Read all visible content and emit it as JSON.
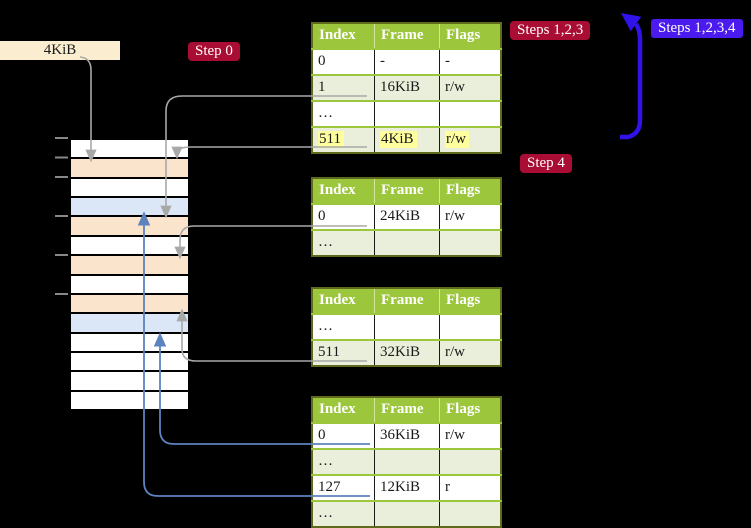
{
  "labels": {
    "page_size": "4KiB",
    "step0": "Step 0",
    "steps123": "Steps 1,2,3",
    "steps1234": "Steps 1,2,3,4",
    "step4": "Step 4"
  },
  "colors": {
    "header_green": "#9cc63c",
    "row_green": "#e9efda",
    "table_border": "#5f6a1d",
    "cell_divider": "#1a1a1a",
    "peach": "#fbe4cc",
    "light_blue": "#dbe7f6",
    "wheat": "#fbeed0",
    "label_red": "#a90d33",
    "label_blue": "#4b1bee",
    "arrow_grey": "#a8a8a8",
    "arrow_steel": "#5c83bd",
    "arrow_indigo": "#2f13e9",
    "hl_yellow": "#ffff9e",
    "tick_grey": "#888888"
  },
  "stack": {
    "rows": [
      "white",
      "peach",
      "white",
      "blue",
      "peach",
      "white",
      "peach",
      "white",
      "peach",
      "blue",
      "white",
      "white",
      "white",
      "white"
    ]
  },
  "tables": [
    {
      "columns": [
        "Index",
        "Frame",
        "Flags"
      ],
      "rows": [
        [
          "0",
          "-",
          "-"
        ],
        [
          "1",
          "16KiB",
          "r/w"
        ],
        [
          "…",
          "",
          ""
        ],
        [
          "511",
          "4KiB",
          "r/w"
        ]
      ],
      "highlight_row": 3
    },
    {
      "columns": [
        "Index",
        "Frame",
        "Flags"
      ],
      "rows": [
        [
          "0",
          "24KiB",
          "r/w"
        ],
        [
          "…",
          "",
          ""
        ]
      ],
      "highlight_row": null
    },
    {
      "columns": [
        "Index",
        "Frame",
        "Flags"
      ],
      "rows": [
        [
          "…",
          "",
          ""
        ],
        [
          "511",
          "32KiB",
          "r/w"
        ]
      ],
      "highlight_row": null
    },
    {
      "columns": [
        "Index",
        "Frame",
        "Flags"
      ],
      "rows": [
        [
          "0",
          "36KiB",
          "r/w"
        ],
        [
          "…",
          "",
          ""
        ],
        [
          "127",
          "12KiB",
          "r"
        ],
        [
          "…",
          "",
          ""
        ]
      ],
      "highlight_row": null
    }
  ]
}
